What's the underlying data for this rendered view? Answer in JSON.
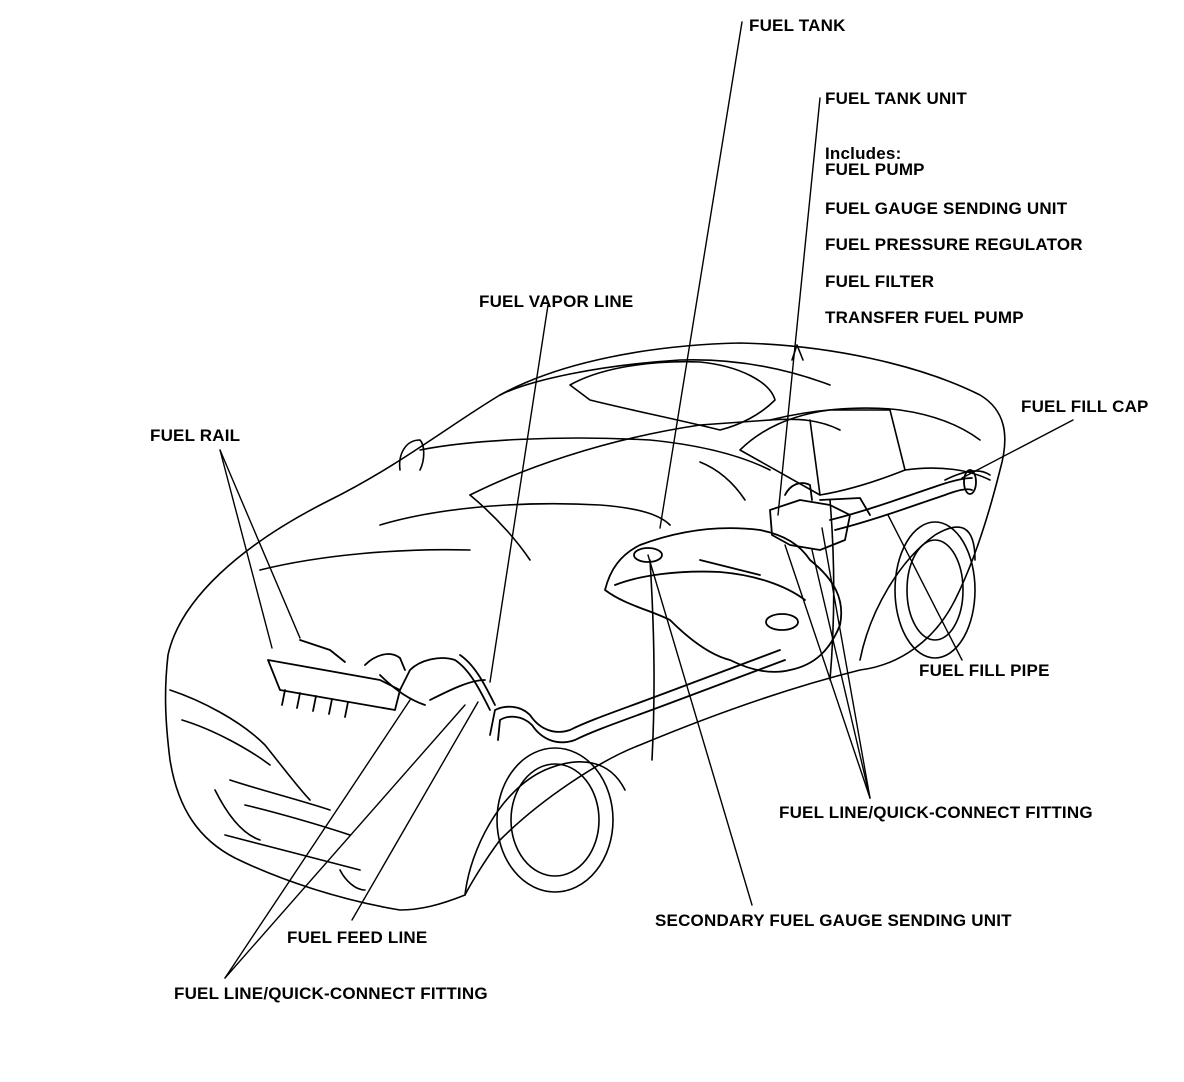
{
  "labels": {
    "fuel_tank": "FUEL TANK",
    "fuel_tank_unit": "FUEL TANK UNIT",
    "includes": "Includes:",
    "fuel_pump": "FUEL PUMP",
    "fuel_gauge_sending_unit": "FUEL GAUGE SENDING UNIT",
    "fuel_pressure_regulator": "FUEL PRESSURE REGULATOR",
    "fuel_filter": "FUEL FILTER",
    "transfer_fuel_pump": "TRANSFER FUEL PUMP",
    "fuel_vapor_line": "FUEL VAPOR LINE",
    "fuel_fill_cap": "FUEL FILL CAP",
    "fuel_rail": "FUEL RAIL",
    "fuel_fill_pipe": "FUEL FILL PIPE",
    "fuel_line_qc_right": "FUEL LINE/QUICK-CONNECT FITTING",
    "secondary_fuel_gauge": "SECONDARY FUEL GAUGE SENDING UNIT",
    "fuel_feed_line": "FUEL FEED LINE",
    "fuel_line_qc_left": "FUEL LINE/QUICK-CONNECT FITTING"
  },
  "colors": {
    "ink": "#000000",
    "paper": "#ffffff"
  }
}
